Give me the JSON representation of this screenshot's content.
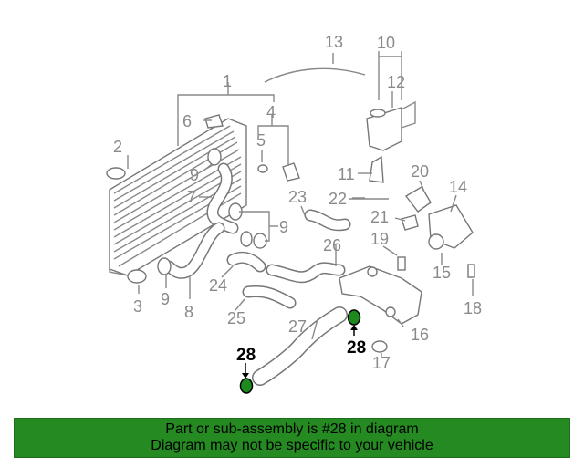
{
  "diagram": {
    "part_numbers": {
      "p1": "1",
      "p2": "2",
      "p3": "3",
      "p4": "4",
      "p5": "5",
      "p6": "6",
      "p7": "7",
      "p8": "8",
      "p9a": "9",
      "p9b": "9",
      "p9c": "9",
      "p10": "10",
      "p11": "11",
      "p12": "12",
      "p13": "13",
      "p14": "14",
      "p15": "15",
      "p16": "16",
      "p17": "17",
      "p18": "18",
      "p19": "19",
      "p20": "20",
      "p21": "21",
      "p22": "22",
      "p23": "23",
      "p24": "24",
      "p25": "25",
      "p26": "26",
      "p27": "27"
    },
    "highlight": {
      "part_a": "28",
      "part_b": "28",
      "color": "#1e8a1e"
    }
  },
  "banner": {
    "line1": "Part or sub-assembly is #28 in diagram",
    "line2": "Diagram may not be specific to your vehicle",
    "bg_color": "#248a21"
  }
}
